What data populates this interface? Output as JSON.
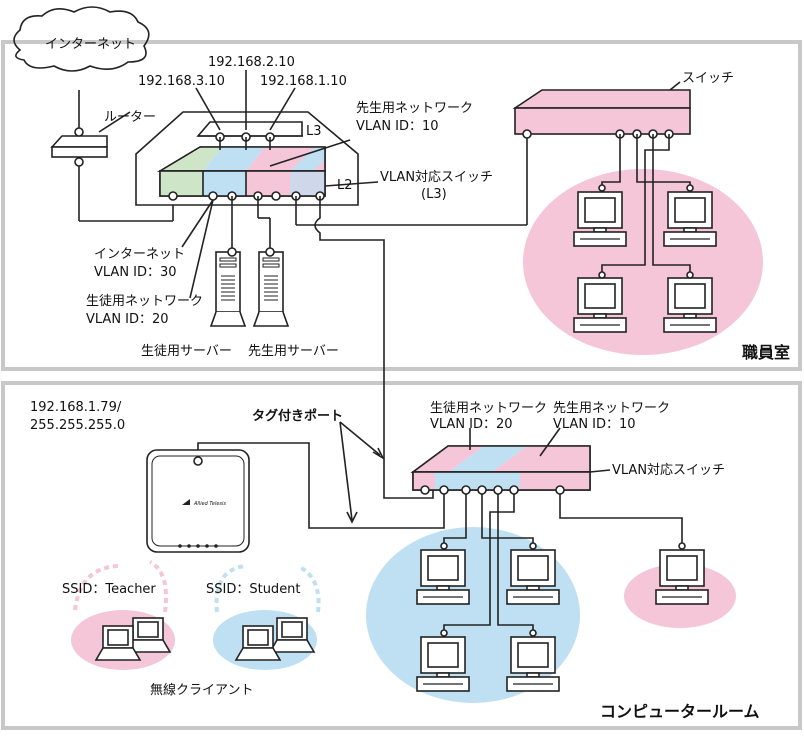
{
  "colors": {
    "pink": "#f4c6d8",
    "blue": "#bfe0f3",
    "green": "#cfe5c8",
    "room_border": "#c8c8c8",
    "line": "#222222"
  },
  "cloud": {
    "label": "インターネット"
  },
  "router": {
    "label": "ルーター"
  },
  "l3": {
    "ip_1": "192.168.2.10",
    "ip_2": "192.168.3.10",
    "ip_3": "192.168.1.10",
    "tag_l3": "L3",
    "tag_l2": "L2",
    "teacher_net": "先生用ネットワーク",
    "teacher_vlan": "VLAN ID：10",
    "switch_name": "VLAN対応スイッチ",
    "switch_sub": "(L3)",
    "internet_vlan_name": "インターネット",
    "internet_vlan_id": "VLAN ID：30",
    "student_net": "生徒用ネットワーク",
    "student_vlan": "VLAN ID：20"
  },
  "servers": {
    "student": "生徒用サーバー",
    "teacher": "先生用サーバー"
  },
  "staff_room": {
    "switch_label": "スイッチ",
    "room_name": "職員室"
  },
  "computer_room": {
    "ap_ip": "192.168.1.79/",
    "ap_mask": "255.255.255.0",
    "tagged_port": "タグ付きポート",
    "student_net": "生徒用ネットワーク",
    "student_vlan": "VLAN ID：20",
    "teacher_net": "先生用ネットワーク",
    "teacher_vlan": "VLAN ID：10",
    "switch_name": "VLAN対応スイッチ",
    "ap_brand": "Allied Telesis",
    "ssid_teacher": "SSID：Teacher",
    "ssid_student": "SSID：Student",
    "wireless_clients": "無線クライアント",
    "room_name": "コンピュータールーム"
  }
}
